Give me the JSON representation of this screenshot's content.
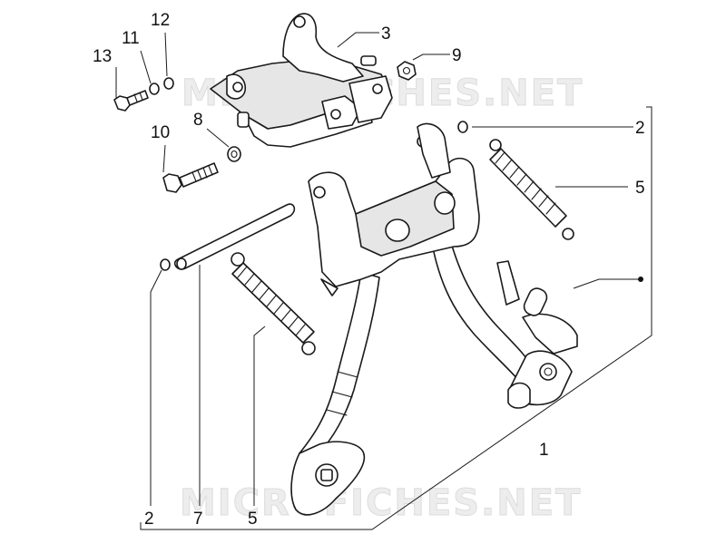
{
  "watermark": {
    "text": "MICROFICHES.NET",
    "color": "#e8e8e8"
  },
  "callouts": {
    "c1": "1",
    "c2_top": "2",
    "c2_bottom": "2",
    "c3": "3",
    "c5_right": "5",
    "c5_bottom": "5",
    "c7": "7",
    "c8": "8",
    "c9": "9",
    "c10": "10",
    "c11": "11",
    "c12": "12",
    "c13": "13"
  },
  "line_color": "#1a1a1a"
}
